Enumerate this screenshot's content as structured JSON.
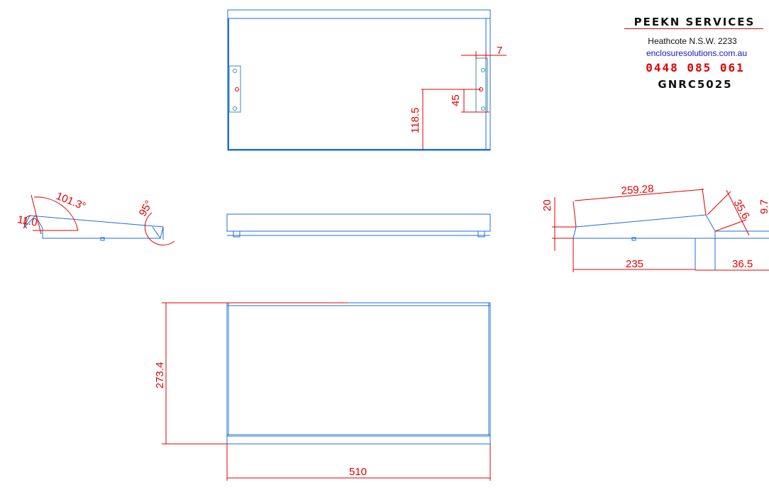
{
  "title_block": {
    "company": "PEEKN SERVICES",
    "address": "Heathcote N.S.W. 2233",
    "website": "enclosuresolutions.com.au",
    "phone": "0448 085 061",
    "part_number": "GNRC5025"
  },
  "dimensions": {
    "top_view_flange": "7",
    "top_view_hole_offset": "45",
    "top_view_bracket_height": "118.5",
    "side_angle_large": "101.3°",
    "side_angle_small": "11.0",
    "side_angle_lip": "95°",
    "profile_top": "259.28",
    "profile_front_height": "20",
    "profile_lip": "35.6",
    "profile_lip_height": "9.7",
    "profile_depth": "235",
    "profile_foot": "36.5",
    "plan_depth": "273.4",
    "plan_width": "510"
  },
  "colors": {
    "outline": "#1e6fd8",
    "dimension": "#e10000",
    "bracket": "#3a8fa0",
    "website": "#1515d0"
  }
}
